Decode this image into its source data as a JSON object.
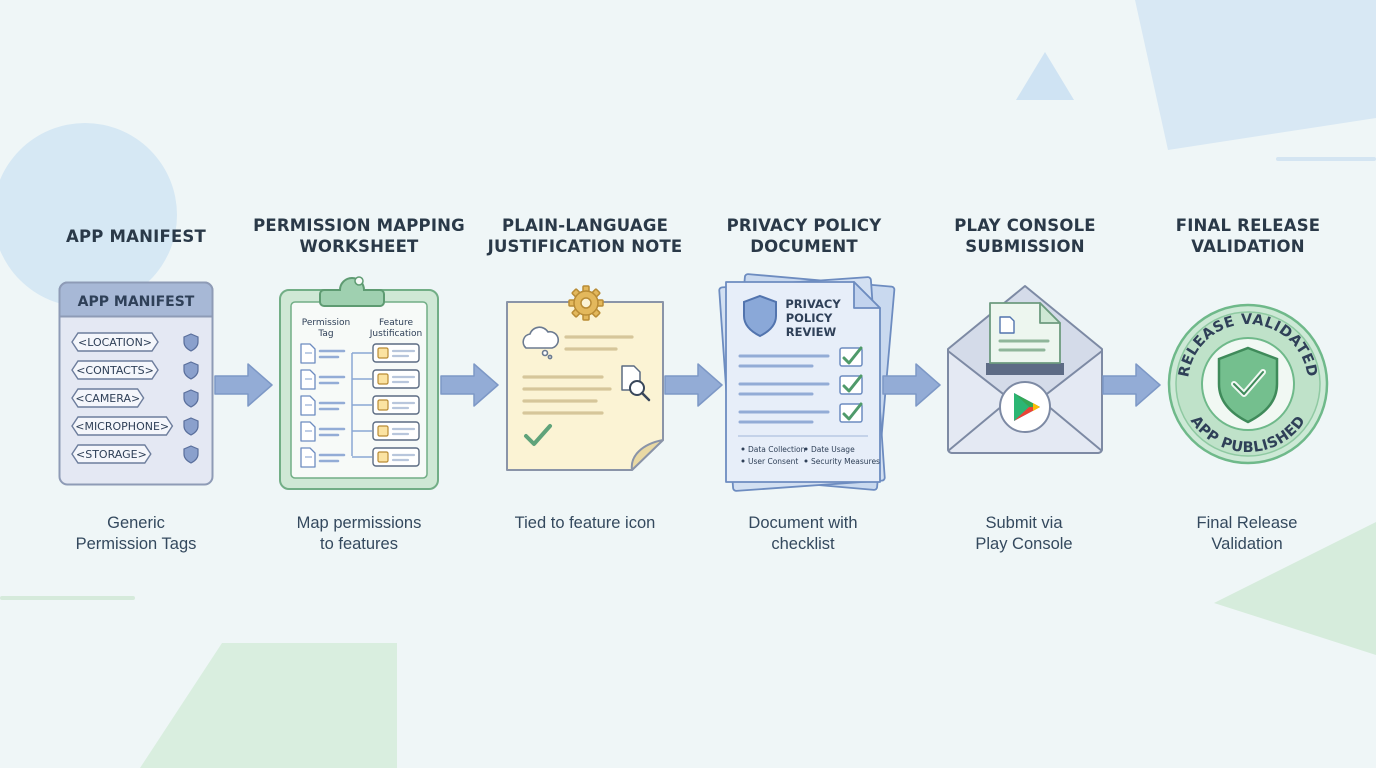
{
  "stages": [
    {
      "title": "APP MANIFEST",
      "caption": "Generic\nPermission Tags",
      "panel_header": "APP MANIFEST",
      "tags": [
        "<LOCATION>",
        "<CONTACTS>",
        "<CAMERA>",
        "<MICROPHONE>",
        "<STORAGE>"
      ]
    },
    {
      "title": "PERMISSION MAPPING\nWORKSHEET",
      "caption": "Map permissions\nto features",
      "col_left": [
        "Permission",
        "Tag"
      ],
      "col_right": [
        "Feature",
        "Justification"
      ]
    },
    {
      "title": "PLAIN-LANGUAGE\nJUSTIFICATION NOTE",
      "caption": "Tied to feature icon"
    },
    {
      "title": "PRIVACY POLICY\nDOCUMENT",
      "caption": "Document with\nchecklist",
      "doc_title": [
        "PRIVACY",
        "POLICY",
        "REVIEW"
      ],
      "bullets": [
        "Data Collection",
        "Date Usage",
        "User Consent",
        "Security Measures"
      ]
    },
    {
      "title": "PLAY CONSOLE\nSUBMISSION",
      "caption": "Submit via\nPlay Console"
    },
    {
      "title": "FINAL RELEASE\nVALIDATION",
      "caption": "Final Release\nValidation",
      "seal_top": "RELEASE VALIDATED",
      "seal_bottom": "APP PUBLISHED"
    }
  ],
  "colors": {
    "background": "#eff6f7",
    "arrow": "#8aa7d4",
    "green": "#6fb98a",
    "blue": "#8fb0dd",
    "note": "#fbf3d4"
  }
}
